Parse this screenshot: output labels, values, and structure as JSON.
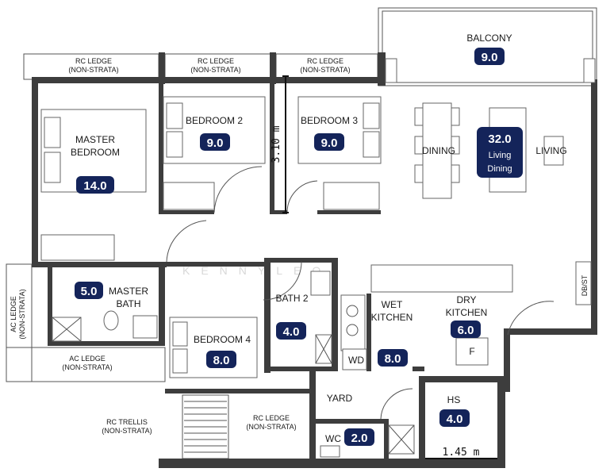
{
  "watermark": "KENNYLEO",
  "rooms": {
    "balcony": {
      "name": "BALCONY",
      "area": "9.0"
    },
    "master_bedroom": {
      "name_line1": "MASTER",
      "name_line2": "BEDROOM",
      "area": "14.0"
    },
    "bedroom2": {
      "name": "BEDROOM 2",
      "area": "9.0"
    },
    "bedroom3": {
      "name": "BEDROOM 3",
      "area": "9.0"
    },
    "living_dining": {
      "area": "32.0",
      "sub1": "Living",
      "sub2": "Dining",
      "dining": "DINING",
      "living": "LIVING"
    },
    "master_bath": {
      "name_line1": "MASTER",
      "name_line2": "BATH",
      "area": "5.0"
    },
    "bedroom4": {
      "name": "BEDROOM 4",
      "area": "8.0"
    },
    "bath2": {
      "name": "BATH 2",
      "area": "4.0"
    },
    "wet_kitchen": {
      "name_line1": "WET",
      "name_line2": "KITCHEN",
      "area": "8.0"
    },
    "dry_kitchen": {
      "name_line1": "DRY",
      "name_line2": "KITCHEN",
      "area": "6.0",
      "fridge": "F"
    },
    "hs": {
      "name": "HS",
      "area": "4.0"
    },
    "wc": {
      "name": "WC",
      "area": "2.0"
    },
    "yard": {
      "name": "YARD"
    },
    "wd": {
      "name": "WD"
    },
    "dbst": {
      "name": "DB/ST"
    }
  },
  "ledges": {
    "rc1": {
      "line1": "RC LEDGE",
      "line2": "(NON-STRATA)"
    },
    "rc2": {
      "line1": "RC LEDGE",
      "line2": "(NON-STRATA)"
    },
    "rc3": {
      "line1": "RC LEDGE",
      "line2": "(NON-STRATA)"
    },
    "ac_vertical": {
      "line1": "AC LEDGE",
      "line2": "(NON-STRATA)"
    },
    "ac_bottom": {
      "line1": "AC LEDGE",
      "line2": "(NON-STRATA)"
    },
    "rc_trellis": {
      "line1": "RC TRELLIS",
      "line2": "(NON-STRATA)"
    },
    "rc_bottom": {
      "line1": "RC LEDGE",
      "line2": "(NON-STRATA)"
    }
  },
  "dimensions": {
    "vertical": "3.10 m",
    "horizontal": "1.45 m"
  },
  "colors": {
    "badge": "#14245a",
    "wall": "#3d3d3d"
  }
}
